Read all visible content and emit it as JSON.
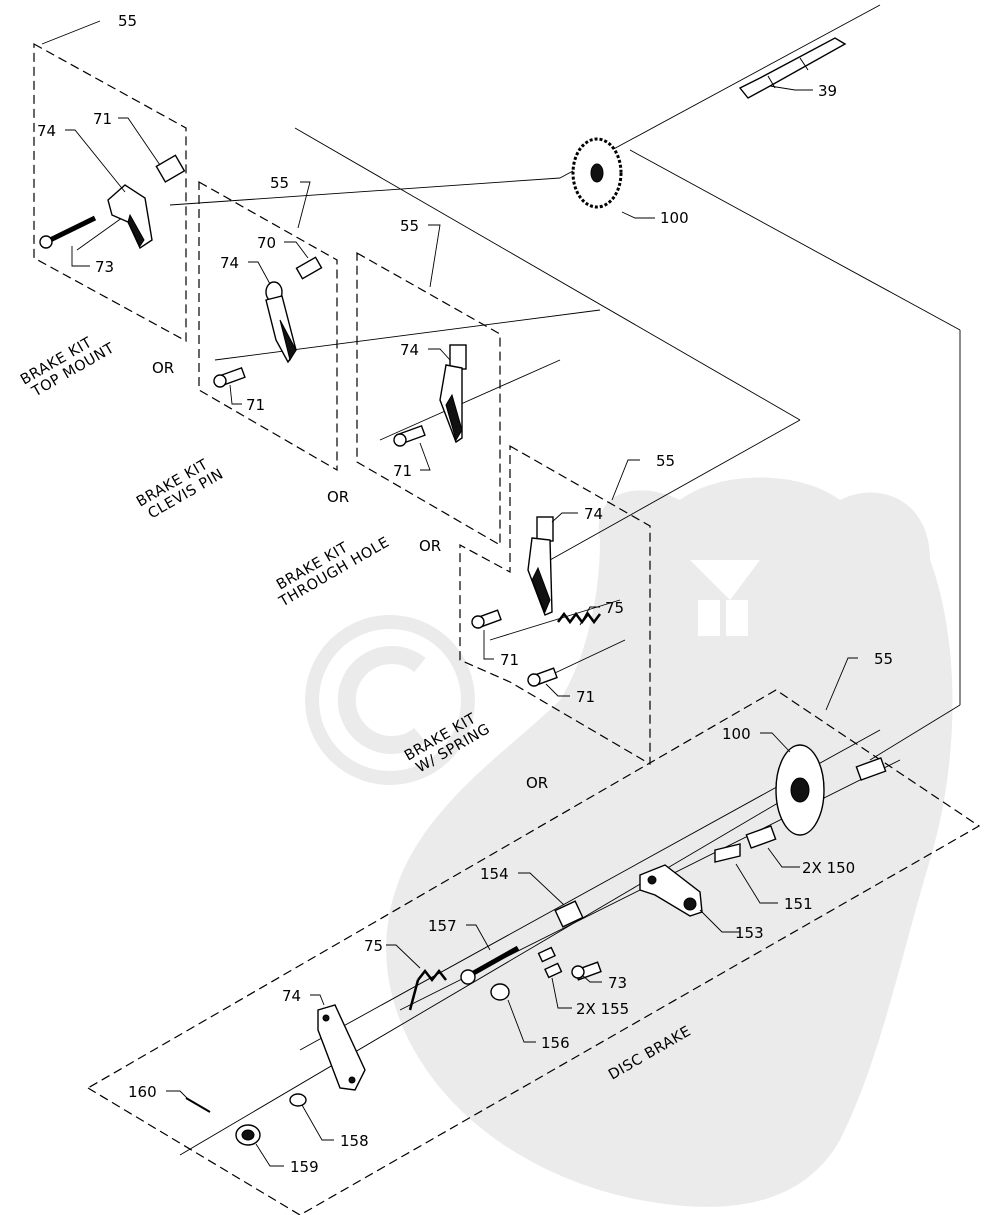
{
  "kits": {
    "top_mount_line1": "BRAKE KIT",
    "top_mount_line2": "TOP MOUNT",
    "clevis_line1": "BRAKE KIT",
    "clevis_line2": "CLEVIS PIN",
    "through_line1": "BRAKE KIT",
    "through_line2": "THROUGH HOLE",
    "spring_line1": "BRAKE KIT",
    "spring_line2": "W/ SPRING",
    "disc": "DISC BRAKE",
    "or": "OR"
  },
  "callouts": {
    "c55a": "55",
    "c71a": "71",
    "c74a": "74",
    "c73a": "73",
    "c39": "39",
    "c100a": "100",
    "c55b": "55",
    "c70": "70",
    "c74b": "74",
    "c71b": "71",
    "c55c": "55",
    "c74c": "74",
    "c71c": "71",
    "c55d": "55",
    "c74d": "74",
    "c75a": "75",
    "c71d": "71",
    "c71e": "71",
    "c55e": "55",
    "c100b": "100",
    "c150": "2X 150",
    "c151": "151",
    "c153": "153",
    "c154": "154",
    "c157": "157",
    "c75b": "75",
    "c73b": "73",
    "c155": "2X 155",
    "c74e": "74",
    "c156": "156",
    "c160": "160",
    "c158": "158",
    "c159": "159"
  },
  "icons": [
    "watermark-beaver-logo",
    "copyright-icon"
  ],
  "colors": {
    "line": "#000000",
    "watermark": "#ebebeb",
    "background": "#ffffff"
  }
}
